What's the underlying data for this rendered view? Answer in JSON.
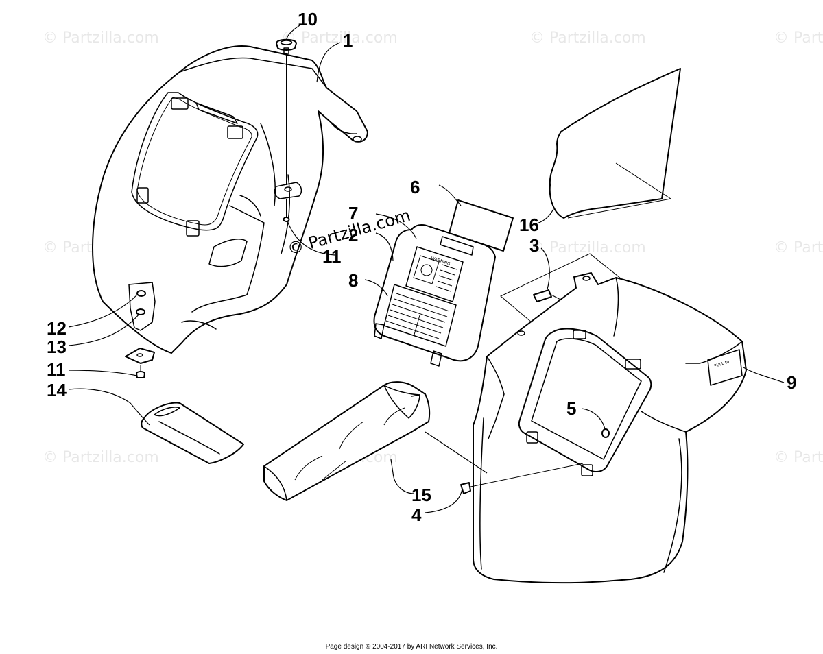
{
  "diagram": {
    "callouts": [
      {
        "id": "c10",
        "label": "10"
      },
      {
        "id": "c1",
        "label": "1"
      },
      {
        "id": "c6",
        "label": "6"
      },
      {
        "id": "c7",
        "label": "7"
      },
      {
        "id": "c2",
        "label": "2"
      },
      {
        "id": "c11a",
        "label": "11"
      },
      {
        "id": "c8",
        "label": "8"
      },
      {
        "id": "c16",
        "label": "16"
      },
      {
        "id": "c3",
        "label": "3"
      },
      {
        "id": "c12",
        "label": "12"
      },
      {
        "id": "c13",
        "label": "13"
      },
      {
        "id": "c11b",
        "label": "11"
      },
      {
        "id": "c14",
        "label": "14"
      },
      {
        "id": "c9",
        "label": "9"
      },
      {
        "id": "c5",
        "label": "5"
      },
      {
        "id": "c15",
        "label": "15"
      },
      {
        "id": "c4",
        "label": "4"
      }
    ],
    "watermark": "© Partzilla.com",
    "decals": {
      "warning": "WARNING",
      "pull": "PULL to"
    }
  },
  "footer": {
    "copyright": "Page design © 2004-2017 by ARI Network Services, Inc."
  }
}
